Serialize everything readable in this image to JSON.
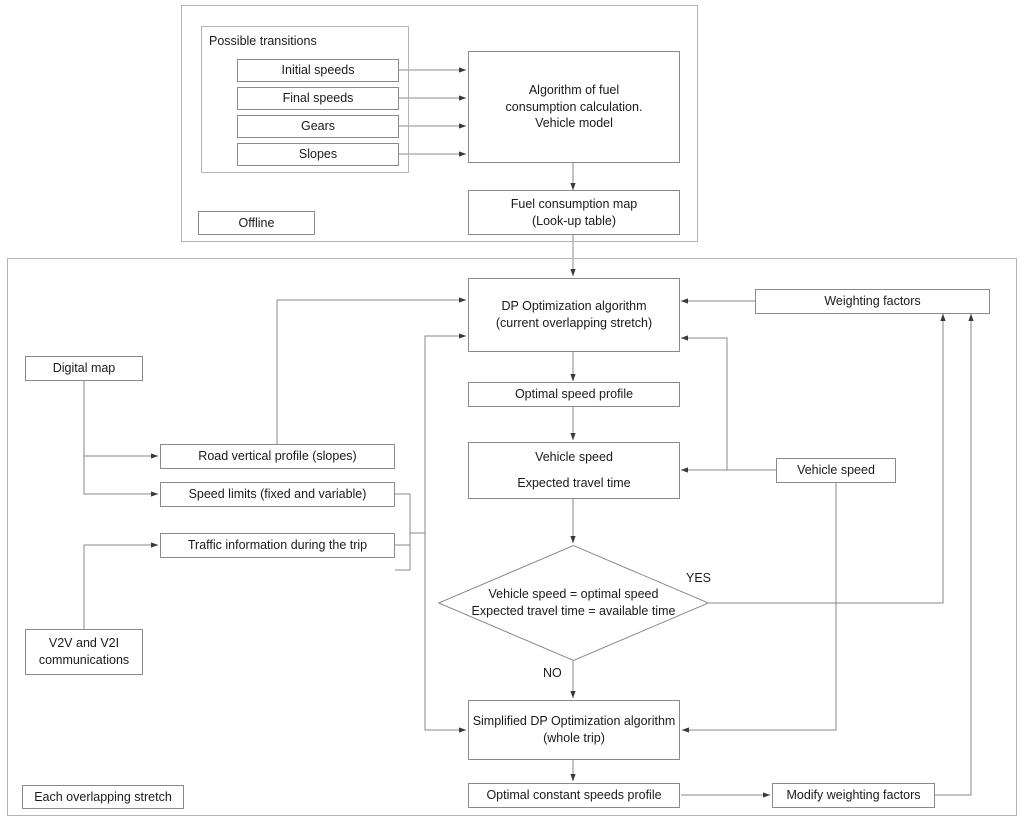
{
  "diagram": {
    "title": "Fuel consumption optimization flowchart",
    "stroke_color": "#8a8a8a",
    "container_color": "#b4b4b4",
    "text_color": "#1a1a1a",
    "background": "#ffffff"
  },
  "offline_section": {
    "label": "Offline",
    "subgroup_label": "Possible transitions",
    "inputs": [
      {
        "label": "Initial speeds"
      },
      {
        "label": "Final speeds"
      },
      {
        "label": "Gears"
      },
      {
        "label": "Slopes"
      }
    ],
    "algorithm": {
      "line1": "Algorithm of fuel",
      "line2": "consumption calculation.",
      "line3": "Vehicle model"
    },
    "fuel_map": {
      "line1": "Fuel consumption map",
      "line2": "(Look-up table)"
    }
  },
  "online_section": {
    "label": "Each overlapping stretch",
    "sources": [
      {
        "label": "Digital map"
      },
      {
        "line1": "V2V and V2I",
        "line2": "communications"
      }
    ],
    "data_boxes": [
      {
        "label": "Road vertical profile (slopes)"
      },
      {
        "label": "Speed limits (fixed and variable)"
      },
      {
        "label": "Traffic information during the trip"
      }
    ],
    "dp_optimization": {
      "line1": "DP Optimization  algorithm",
      "line2": "(current overlapping stretch)"
    },
    "optimal_speed_profile": {
      "label": "Optimal speed profile"
    },
    "vehicle_state": {
      "line1": "Vehicle speed",
      "line2": "Expected travel time"
    },
    "vehicle_speed_feedback": {
      "label": "Vehicle speed"
    },
    "weighting_factors": {
      "label": "Weighting factors"
    },
    "decision": {
      "line1": "Vehicle speed = optimal speed",
      "line2": "Expected travel time = available time",
      "yes_label": "YES",
      "no_label": "NO"
    },
    "simplified_dp": {
      "line1": "Simplified DP Optimization  algorithm",
      "line2": "(whole trip)"
    },
    "optimal_constant_speeds": {
      "label": "Optimal constant speeds profile"
    },
    "modify_weighting_factors": {
      "label": "Modify weighting factors"
    }
  }
}
